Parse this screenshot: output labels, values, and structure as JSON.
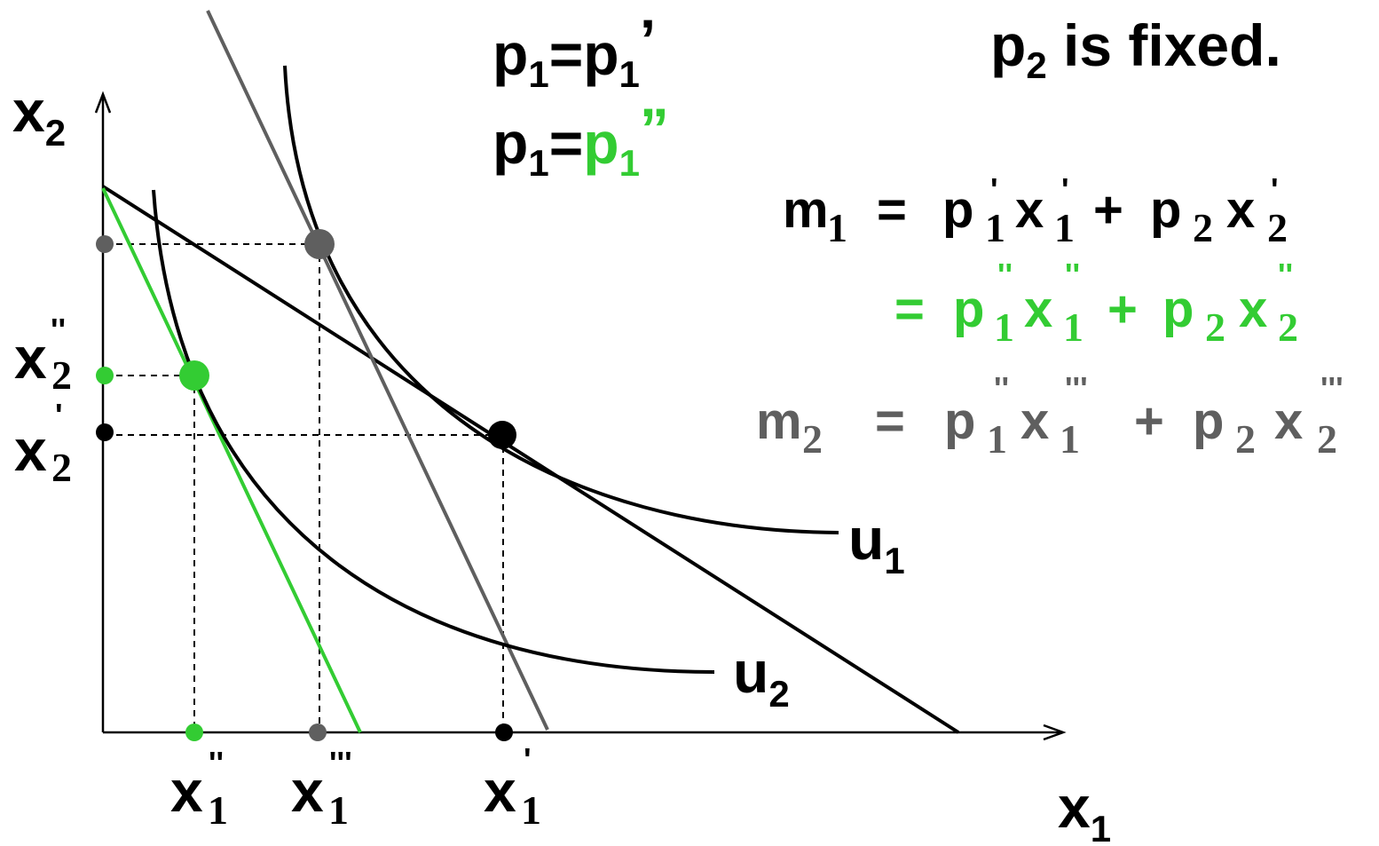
{
  "colors": {
    "black": "#000000",
    "gray": "#5f5f5f",
    "green": "#33cc33"
  },
  "header": {
    "line1": {
      "p": "p",
      "sub1": "1",
      "eq": "=p",
      "sub2": "1",
      "prime": "’"
    },
    "line2": {
      "p": "p",
      "sub1": "1",
      "eq": "=",
      "p2": "p",
      "sub2": "1",
      "prime": "”"
    },
    "fixed": {
      "p": "p",
      "sub": "2",
      "rest": " is fixed."
    }
  },
  "equations": {
    "m1": {
      "m": "m",
      "msub": "1",
      "eq": "=",
      "p1": "p",
      "p1sub": "1",
      "p1prime": "'",
      "x1": "x",
      "x1sub": "1",
      "x1prime": "'",
      "plus": "+",
      "p2": "p",
      "p2sub": "2",
      "x2": "x",
      "x2sub": "2",
      "x2prime": "'"
    },
    "green_line": {
      "eq": "=",
      "p1": "p",
      "p1sub": "1",
      "p1prime": "''",
      "x1": "x",
      "x1sub": "1",
      "x1prime": "''",
      "plus": "+",
      "p2": "p",
      "p2sub": "2",
      "x2": "x",
      "x2sub": "2",
      "x2prime": "''"
    },
    "m2": {
      "m": "m",
      "msub": "2",
      "eq": "=",
      "p1": "p",
      "p1sub": "1",
      "p1prime": "''",
      "x1": "x",
      "x1sub": "1",
      "x1prime": "'''",
      "plus": "+",
      "p2": "p",
      "p2sub": "2",
      "x2": "x",
      "x2sub": "2",
      "x2prime": "'''"
    }
  },
  "axes": {
    "x": {
      "base": "x",
      "sub": "1"
    },
    "y": {
      "base": "x",
      "sub": "2"
    }
  },
  "curve_labels": {
    "u1": {
      "base": "u",
      "sub": "1"
    },
    "u2": {
      "base": "u",
      "sub": "2"
    }
  },
  "tick_labels": {
    "x1_double": {
      "base": "x",
      "sub": "1",
      "prime": "''"
    },
    "x1_triple": {
      "base": "x",
      "sub": "1",
      "prime": "'''"
    },
    "x1_single": {
      "base": "x",
      "sub": "1",
      "prime": "'"
    },
    "x2_double": {
      "base": "x",
      "sub": "2",
      "prime": "''"
    },
    "x2_single": {
      "base": "x",
      "sub": "2",
      "prime": "'"
    }
  }
}
